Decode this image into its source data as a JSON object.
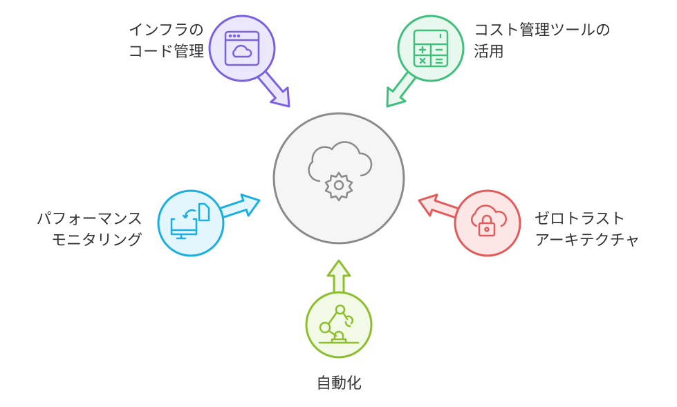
{
  "center": {
    "icon": "cloud-gear-icon",
    "stroke": "#8a8a8a",
    "fill": "#f5f5f5"
  },
  "nodes": [
    {
      "id": "iac",
      "lines": [
        "インフラの",
        "コード管理"
      ],
      "icon": "browser-cloud-icon",
      "stroke": "#7b61e0",
      "fill": "#ebe7fc"
    },
    {
      "id": "cost",
      "lines": [
        "コスト管理ツールの",
        "活用"
      ],
      "icon": "calculator-icon",
      "stroke": "#3ec07c",
      "fill": "#e8f8ef"
    },
    {
      "id": "monitoring",
      "lines": [
        "パフォーマンス",
        "モニタリング"
      ],
      "icon": "monitor-file-icon",
      "stroke": "#1aafe0",
      "fill": "#e3f6fd"
    },
    {
      "id": "zerotrust",
      "lines": [
        "ゼロトラスト",
        "アーキテクチャ"
      ],
      "icon": "cloud-lock-icon",
      "stroke": "#e35a5a",
      "fill": "#fde6e6"
    },
    {
      "id": "automation",
      "lines": [
        "自動化"
      ],
      "icon": "robot-arm-icon",
      "stroke": "#8cbf2a",
      "fill": "#f2f9e6"
    }
  ]
}
